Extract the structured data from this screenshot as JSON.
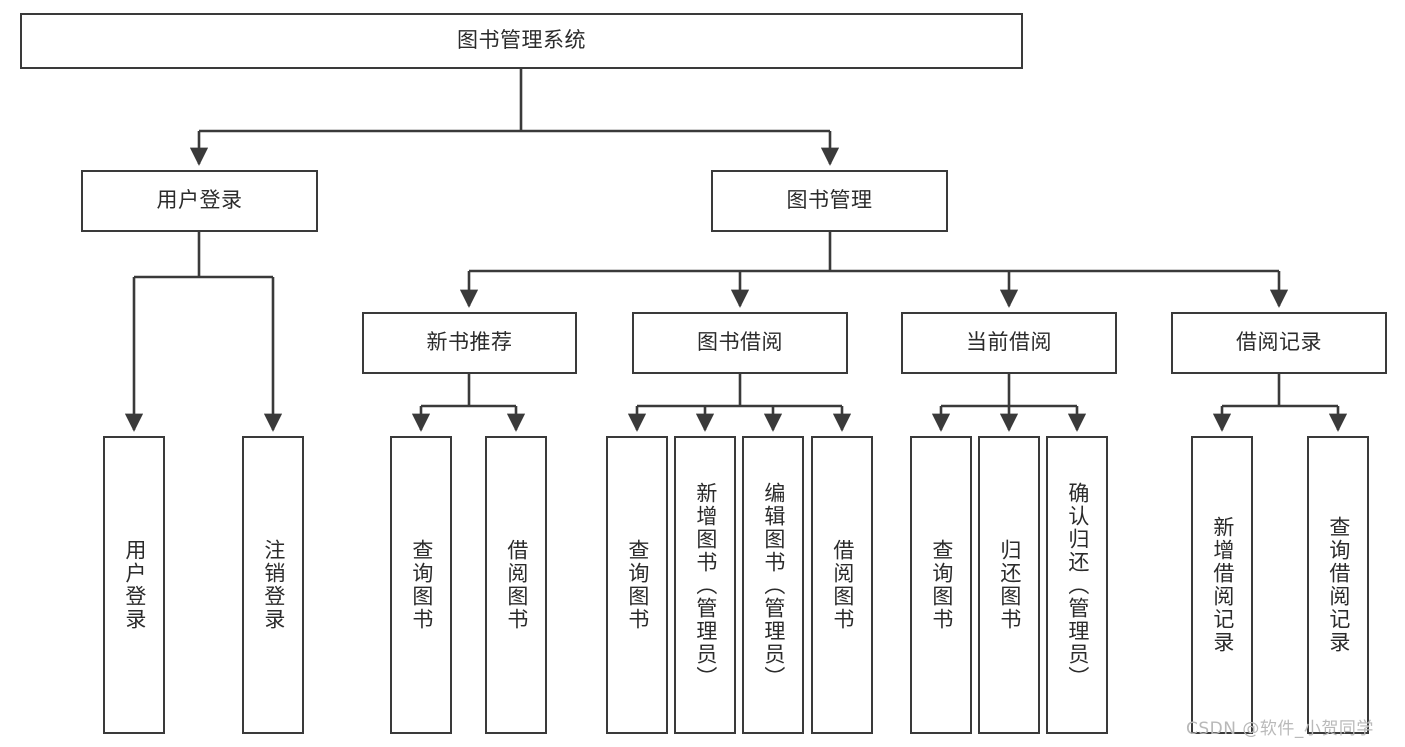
{
  "diagram": {
    "title": "图书管理系统",
    "type": "tree",
    "watermark": "CSDN @软件_小贺同学",
    "colors": {
      "box_border": "#3a3a3a",
      "box_fill": "#ffffff",
      "edge": "#3a3a3a",
      "text": "#2b2b2b",
      "watermark": "#b9b9b9",
      "background": "#ffffff"
    },
    "levels": {
      "root": {
        "label": "图书管理系统"
      },
      "level2": [
        {
          "id": "user-login",
          "label": "用户登录"
        },
        {
          "id": "book-manage",
          "label": "图书管理"
        }
      ],
      "level3": [
        {
          "id": "new-book-recommend",
          "label": "新书推荐",
          "parent": "book-manage"
        },
        {
          "id": "book-borrow",
          "label": "图书借阅",
          "parent": "book-manage"
        },
        {
          "id": "current-borrow",
          "label": "当前借阅",
          "parent": "book-manage"
        },
        {
          "id": "borrow-record",
          "label": "借阅记录",
          "parent": "book-manage"
        }
      ],
      "leaves": [
        {
          "id": "leaf-user-login",
          "label": "用户登录",
          "parent": "user-login"
        },
        {
          "id": "leaf-user-logout",
          "label": "注销登录",
          "parent": "user-login"
        },
        {
          "id": "leaf-query-book-1",
          "label": "查询图书",
          "parent": "new-book-recommend"
        },
        {
          "id": "leaf-borrow-book-1",
          "label": "借阅图书",
          "parent": "new-book-recommend"
        },
        {
          "id": "leaf-query-book-2",
          "label": "查询图书",
          "parent": "book-borrow"
        },
        {
          "id": "leaf-add-book",
          "label": "新增图书（管理员）",
          "parent": "book-borrow"
        },
        {
          "id": "leaf-edit-book",
          "label": "编辑图书（管理员）",
          "parent": "book-borrow"
        },
        {
          "id": "leaf-borrow-book-2",
          "label": "借阅图书",
          "parent": "book-borrow"
        },
        {
          "id": "leaf-query-book-3",
          "label": "查询图书",
          "parent": "current-borrow"
        },
        {
          "id": "leaf-return-book",
          "label": "归还图书",
          "parent": "current-borrow"
        },
        {
          "id": "leaf-confirm-return",
          "label": "确认归还（管理员）",
          "parent": "current-borrow"
        },
        {
          "id": "leaf-add-record",
          "label": "新增借阅记录",
          "parent": "borrow-record"
        },
        {
          "id": "leaf-query-record",
          "label": "查询借阅记录",
          "parent": "borrow-record"
        }
      ]
    }
  }
}
